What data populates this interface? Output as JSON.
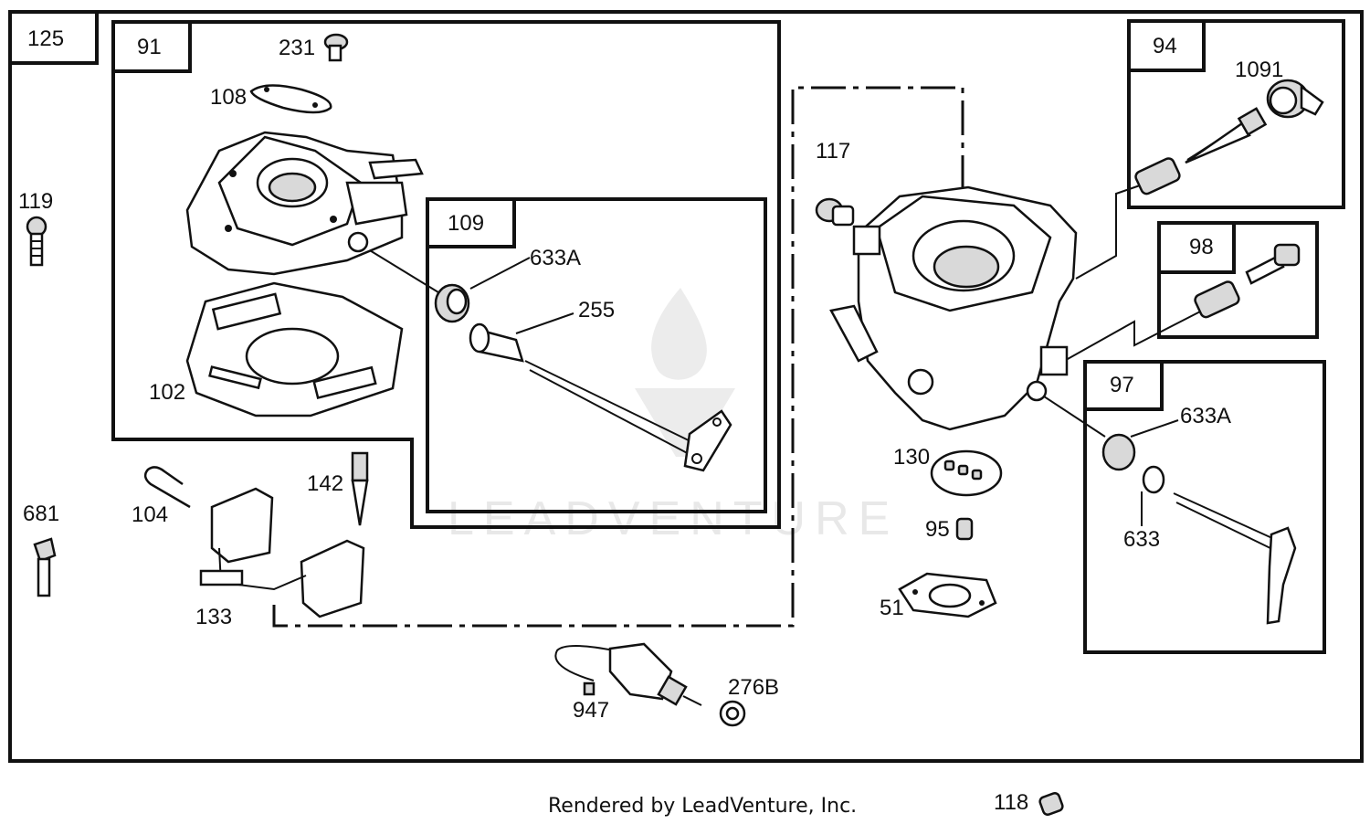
{
  "groups": {
    "g125": "125",
    "g91": "91",
    "g109": "109",
    "g94": "94",
    "g98": "98",
    "g97": "97"
  },
  "parts": {
    "p231": "231",
    "p108": "108",
    "p119": "119",
    "p102": "102",
    "p633a_left": "633A",
    "p255": "255",
    "p104": "104",
    "p142": "142",
    "p681": "681",
    "p133": "133",
    "p947": "947",
    "p276b": "276B",
    "p117": "117",
    "p1091": "1091",
    "p130": "130",
    "p95": "95",
    "p51": "51",
    "p633a_right": "633A",
    "p633": "633",
    "p118": "118"
  },
  "footer": {
    "credit": "Rendered by LeadVenture, Inc."
  },
  "watermark": {
    "text": "LEADVENTURE"
  }
}
